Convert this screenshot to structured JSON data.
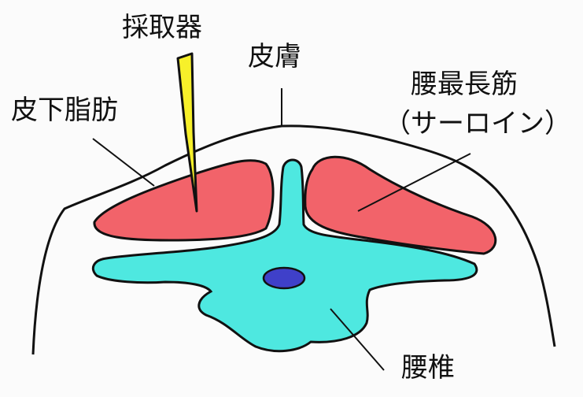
{
  "labels": {
    "tool": "採取器",
    "skin": "皮膚",
    "subcutaneous_fat": "皮下脂肪",
    "loin_muscle": "腰最長筋",
    "loin_muscle_sub": "（サーロイン）",
    "lumbar_vertebra": "腰椎"
  },
  "colors": {
    "muscle": "#f2636a",
    "vertebra": "#4ee8e0",
    "spinal_canal": "#3f40c9",
    "tool": "#f7f02a",
    "outline": "#111111",
    "background": "#fbfbfb"
  }
}
